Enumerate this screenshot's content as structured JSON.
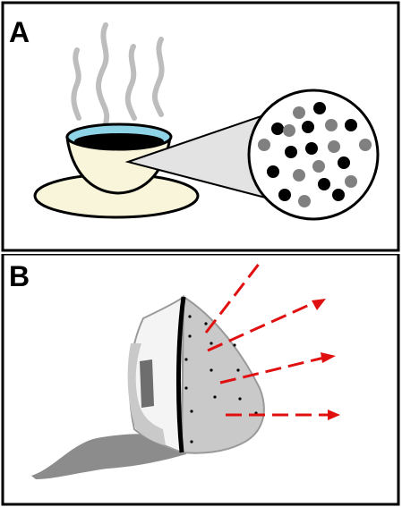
{
  "panels": [
    {
      "label": "A"
    },
    {
      "label": "B"
    }
  ],
  "colors": {
    "border": "#000000",
    "saucer": "#f8f5da",
    "cup": "#f8f5da",
    "liquid_rim": "#8fd3e6",
    "coffee": "#000000",
    "steam": "#bdbdbd",
    "cone": "#e3e3e3",
    "molecule_dark": "#000000",
    "molecule_light": "#808080",
    "iron_body": "#f4f4f4",
    "iron_shade": "#c9c9c9",
    "shadow": "#8c8c8c",
    "arrow": "#e01010"
  },
  "icons": {
    "panel_a": "steaming-coffee-cup-with-molecule-magnifier",
    "panel_b": "iron-with-heat-radiation-arrows"
  }
}
